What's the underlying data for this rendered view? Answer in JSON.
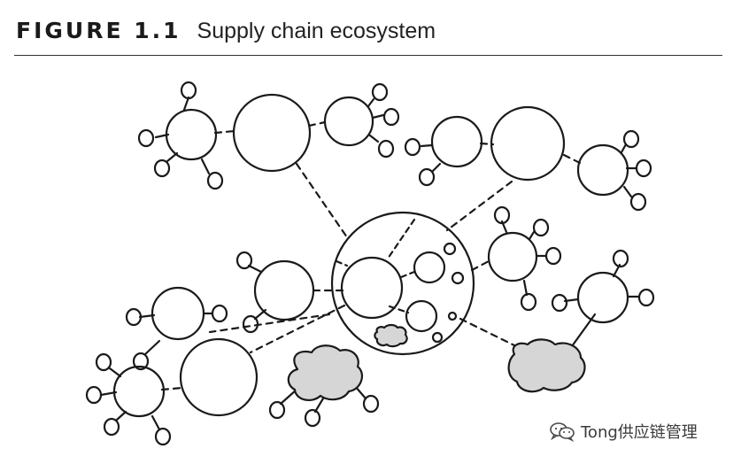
{
  "figure": {
    "label": "FIGURE 1.1",
    "title": "Supply chain ecosystem"
  },
  "watermark": {
    "text": "Tong供应链管理",
    "icon": "wechat-icon"
  },
  "colors": {
    "stroke": "#1a1a1a",
    "cloud_fill": "#d6d6d6",
    "background": "#ffffff"
  }
}
